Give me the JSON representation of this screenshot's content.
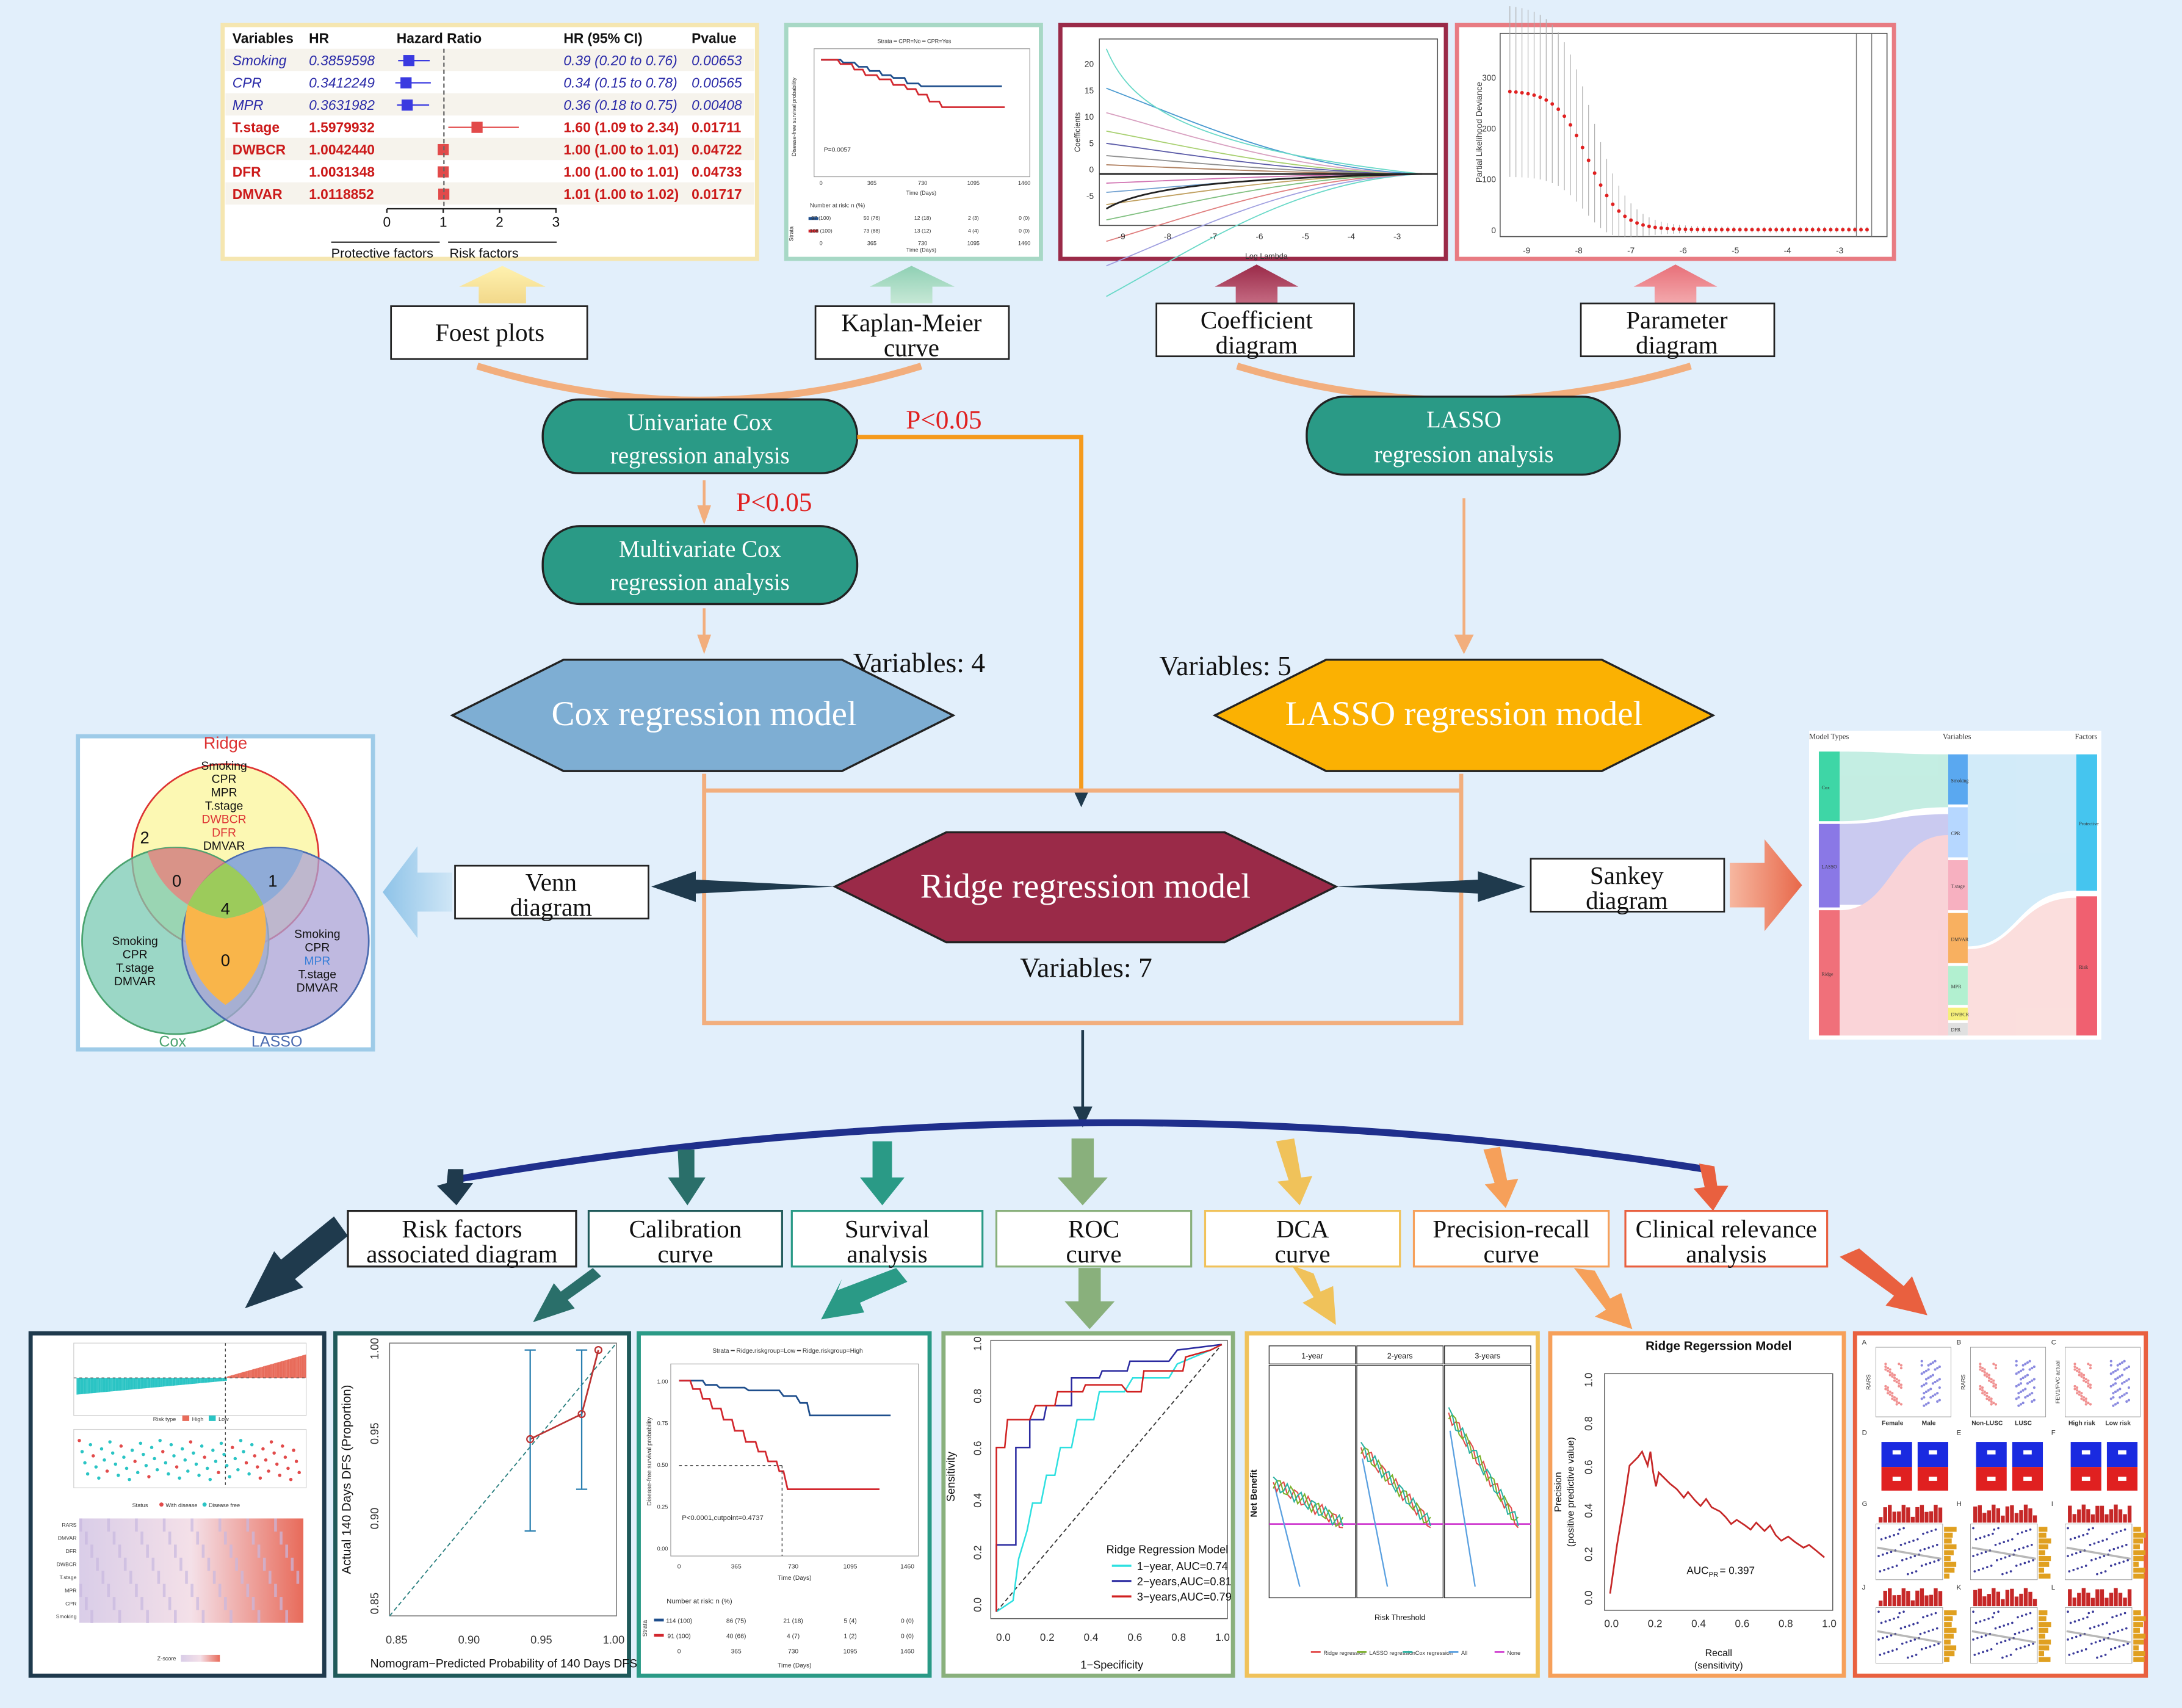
{
  "colors": {
    "background": "#e2effb",
    "teal": "#2a9a86",
    "cox_blue": "#7eaed3",
    "lasso_orange": "#fbb102",
    "ridge_red": "#9a2a48",
    "connector_orange": "#f2ae7d",
    "curve_navy": "#1f2f8c",
    "p_red": "#e02020"
  },
  "forest": {
    "headers": [
      "Variables",
      "HR",
      "Hazard Ratio",
      "HR (95% CI)",
      "Pvalue"
    ],
    "rows": [
      {
        "var": "Smoking",
        "hr": "0.3859598",
        "ci": "0.39 (0.20 to 0.76)",
        "p": "0.00653",
        "est": 0.39,
        "lo": 0.2,
        "hi": 0.76,
        "risk": false
      },
      {
        "var": "CPR",
        "hr": "0.3412249",
        "ci": "0.34 (0.15 to 0.78)",
        "p": "0.00565",
        "est": 0.34,
        "lo": 0.15,
        "hi": 0.78,
        "risk": false
      },
      {
        "var": "MPR",
        "hr": "0.3631982",
        "ci": "0.36 (0.18 to 0.75)",
        "p": "0.00408",
        "est": 0.36,
        "lo": 0.18,
        "hi": 0.75,
        "risk": false
      },
      {
        "var": "T.stage",
        "hr": "1.5979932",
        "ci": "1.60 (1.09 to 2.34)",
        "p": "0.01711",
        "est": 1.6,
        "lo": 1.09,
        "hi": 2.34,
        "risk": true
      },
      {
        "var": "DWBCR",
        "hr": "1.0042440",
        "ci": "1.00 (1.00 to 1.01)",
        "p": "0.04722",
        "est": 1.0,
        "lo": 1.0,
        "hi": 1.01,
        "risk": true
      },
      {
        "var": "DFR",
        "hr": "1.0031348",
        "ci": "1.00 (1.00 to 1.01)",
        "p": "0.04733",
        "est": 1.0,
        "lo": 1.0,
        "hi": 1.01,
        "risk": true
      },
      {
        "var": "DMVAR",
        "hr": "1.0118852",
        "ci": "1.01 (1.00 to 1.02)",
        "p": "0.01717",
        "est": 1.01,
        "lo": 1.0,
        "hi": 1.02,
        "risk": true
      }
    ],
    "axis_ticks": [
      "0",
      "1",
      "2",
      "3"
    ],
    "protective_label": "Protective factors",
    "risk_label": "Risk factors"
  },
  "km_top": {
    "legend": "Strata  ━ CPR=No  ━ CPR=Yes",
    "ylabel": "Disease-free survival probability",
    "xlabel": "Time (Days)",
    "pval": "P=0.0057",
    "ticks": [
      "0",
      "365",
      "730",
      "1095",
      "1460"
    ],
    "risk_title": "Number at risk: n (%)",
    "risk_rows": [
      [
        "97 (100)",
        "50 (76)",
        "12 (18)",
        "2 (3)",
        "0 (0)"
      ],
      [
        "108 (100)",
        "73 (88)",
        "13 (12)",
        "4 (4)",
        "0 (0)"
      ]
    ],
    "strata": "Strata"
  },
  "coef_panel": {
    "ylabel": "Coefficients",
    "xlabel": "Log Lambda",
    "ticks": [
      "-9",
      "-8",
      "-7",
      "-6",
      "-5",
      "-4",
      "-3"
    ],
    "yticks": [
      "20",
      "15",
      "10",
      "5",
      "0",
      "-5"
    ]
  },
  "param_panel": {
    "ylabel": "Partial Likelihood Deviance",
    "ticks": [
      "-9",
      "-8",
      "-7",
      "-6",
      "-5",
      "-4",
      "-3"
    ],
    "yticks": [
      "300",
      "200",
      "100",
      "0"
    ]
  },
  "boxes": {
    "forest_plots": "Foest plots",
    "km_line1": "Kaplan-Meier",
    "km_line2": "curve",
    "coef_line1": "Coefficient",
    "coef_line2": "diagram",
    "param_line1": "Parameter",
    "param_line2": "diagram",
    "venn_line1": "Venn",
    "venn_line2": "diagram",
    "sankey_line1": "Sankey",
    "sankey_line2": "diagram"
  },
  "pills": {
    "uni_line1": "Univariate Cox",
    "uni_line2": "regression analysis",
    "multi_line1": "Multivariate Cox",
    "multi_line2": "regression analysis",
    "lasso_line1": "LASSO",
    "lasso_line2": "regression analysis"
  },
  "pvalues": {
    "right": "P<0.05",
    "down": "P<0.05"
  },
  "models": {
    "cox": "Cox regression model",
    "lasso": "LASSO regression model",
    "ridge": "Ridge regression model",
    "cox_vars": "Variables: 4",
    "lasso_vars": "Variables: 5",
    "ridge_vars": "Variables: 7"
  },
  "venn": {
    "ridge": "Ridge",
    "cox": "Cox",
    "lasso": "LASSO",
    "ridge_vars": [
      "Smoking",
      "CPR",
      "MPR",
      "T.stage",
      "DWBCR",
      "DFR",
      "DMVAR"
    ],
    "cox_vars": [
      "Smoking",
      "CPR",
      "T.stage",
      "DMVAR"
    ],
    "lasso_vars": [
      "Smoking",
      "CPR",
      "MPR",
      "T.stage",
      "DMVAR"
    ],
    "counts": {
      "ridge_only": "2",
      "ridge_cox": "0",
      "ridge_lasso": "1",
      "all": "4",
      "cox_lasso": "0"
    }
  },
  "sankey": {
    "headers": [
      "Model Types",
      "Variables",
      "Factors"
    ],
    "models": [
      "Cox",
      "LASSO",
      "Ridge"
    ],
    "variables": [
      "Smoking",
      "CPR",
      "T.stage",
      "DMVAR",
      "MPR",
      "DWBCR",
      "DFR"
    ],
    "factors": [
      "Protective",
      "Risk"
    ]
  },
  "bottom_boxes": [
    {
      "l1": "Risk factors",
      "l2": "associated diagram"
    },
    {
      "l1": "Calibration",
      "l2": "curve"
    },
    {
      "l1": "Survival",
      "l2": "analysis"
    },
    {
      "l1": "ROC",
      "l2": "curve"
    },
    {
      "l1": "DCA",
      "l2": "curve"
    },
    {
      "l1": "Precision-recall",
      "l2": "curve"
    },
    {
      "l1": "Clinical relevance",
      "l2": "analysis"
    }
  ],
  "risk_panel": {
    "risk_type": "Risk type",
    "high": "High",
    "low": "Low",
    "status": "Status",
    "with_disease": "With disease",
    "disease_free": "Disease free",
    "zscore": "Z-score",
    "rows": [
      "RARS",
      "DMVAR",
      "DFR",
      "DWBCR",
      "T.stage",
      "MPR",
      "CPR",
      "Smoking"
    ]
  },
  "calibration": {
    "ylabel": "Actual 140 Days DFS (Proportion)",
    "xlabel": "Nomogram−Predicted Probability of 140 Days DFS",
    "xticks": [
      "0.85",
      "0.90",
      "0.95",
      "1.00"
    ],
    "yticks": [
      "0.85",
      "0.90",
      "0.95",
      "1.00"
    ]
  },
  "survival": {
    "legend": "Strata  ━ Ridge.riskgroup=Low  ━ Ridge.riskgroup=High",
    "ylabel": "Disease-free survival probability",
    "xlabel": "Time (Days)",
    "pval": "P<0.0001,cutpoint=0.4737",
    "ticks": [
      "0",
      "365",
      "730",
      "1095",
      "1460"
    ],
    "yticks": [
      "1.00",
      "0.75",
      "0.50",
      "0.25",
      "0.00"
    ],
    "risk_title": "Number at risk: n (%)",
    "risk_rows": [
      [
        "114 (100)",
        "86 (75)",
        "21 (18)",
        "5 (4)",
        "0 (0)"
      ],
      [
        "91 (100)",
        "40 (66)",
        "4 (7)",
        "1 (2)",
        "0 (0)"
      ]
    ],
    "strata": "Strata"
  },
  "roc": {
    "ylabel": "Sensitivity",
    "xlabel": "1−Specificity",
    "ticks": [
      "0.0",
      "0.2",
      "0.4",
      "0.6",
      "0.8",
      "1.0"
    ],
    "legend_title": "Ridge Regression Model",
    "legend": [
      "1−year,  AUC=0.74",
      "2−years,AUC=0.81",
      "3−years,AUC=0.79"
    ]
  },
  "dca": {
    "tabs": [
      "1-year",
      "2-years",
      "3-years"
    ],
    "ylabel": "Net Benefit",
    "xlabel": "Risk Threshold",
    "legend": [
      "Ridge regression",
      "LASSO regression",
      "Cox regression",
      "All",
      "None"
    ]
  },
  "pr": {
    "title": "Ridge Regerssion Model",
    "ylabel1": "Precision",
    "ylabel2": "(positive predictive value)",
    "xlabel1": "Recall",
    "xlabel2": "(sensitivity)",
    "auc": "AUC",
    "auc_sub": "PR",
    "auc_val": "= 0.397",
    "ticks": [
      "0.0",
      "0.2",
      "0.4",
      "0.6",
      "0.8",
      "1.0"
    ]
  },
  "clinical": {
    "groups": [
      [
        "Female",
        "Male"
      ],
      [
        "Non-LUSC",
        "LUSC"
      ],
      [
        "High risk",
        "Low risk"
      ]
    ],
    "ylabels": [
      "RARS",
      "RARS",
      "FEV1/FVC actual"
    ],
    "letters": [
      "A",
      "B",
      "C",
      "D",
      "E",
      "F",
      "G",
      "H",
      "I",
      "J",
      "K",
      "L"
    ]
  }
}
